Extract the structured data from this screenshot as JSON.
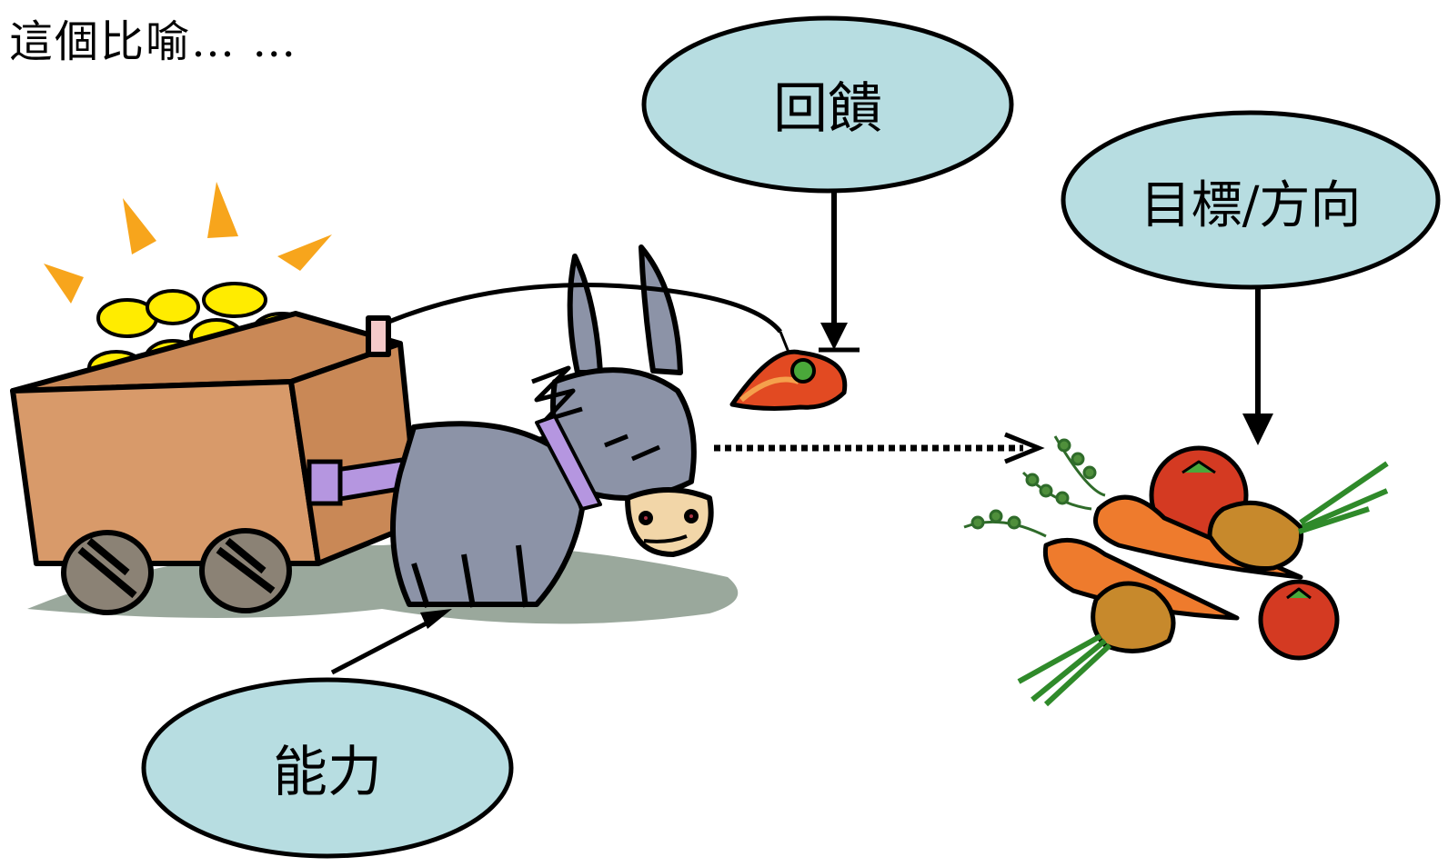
{
  "caption": "這個比喻… …",
  "bubbles": {
    "feedback": "回饋",
    "goal": "目標/方向",
    "ability": "能力"
  },
  "colors": {
    "bubble_fill": "#b7dde1",
    "cart_wood": "#d89a6a",
    "donkey": "#8c93a7",
    "harness": "#b596e0",
    "coin": "#ffec00",
    "spark": "#f7a51c",
    "carrot": "#ee7b2d",
    "tomato": "#d43a22",
    "shadow": "#9aa89c"
  },
  "icons": [
    "coin-cart",
    "donkey",
    "carrot-on-stick",
    "vegetable-pile"
  ]
}
